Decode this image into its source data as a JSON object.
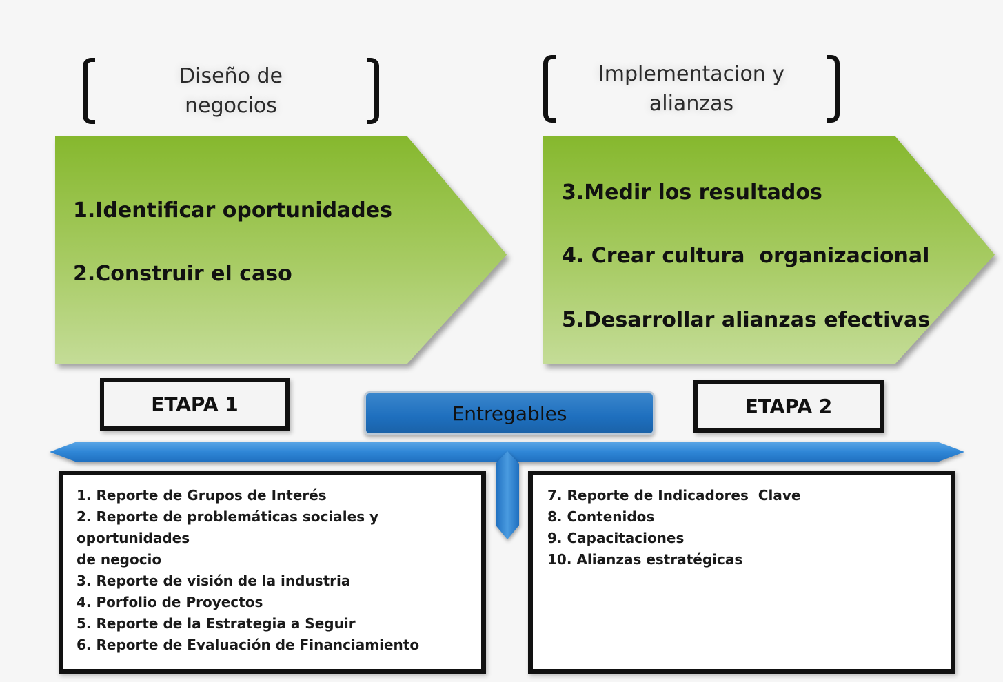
{
  "phases": [
    {
      "title": "Diseño de negocios"
    },
    {
      "title_line1": "Implementacion y",
      "title_line2": "alianzas"
    }
  ],
  "stage1": {
    "steps": [
      "1.Identificar oportunidades",
      "2.Construir el caso"
    ],
    "label": "ETAPA 1",
    "deliverables": [
      "1. Reporte de Grupos de Interés",
      "2. Reporte de problemáticas sociales y oportunidades",
      "de negocio",
      "3. Reporte de visión de la industria",
      "4. Porfolio de Proyectos",
      "5. Reporte de la Estrategia a Seguir",
      "6. Reporte de Evaluación de Financiamiento"
    ]
  },
  "stage2": {
    "steps": [
      "3.Medir los resultados",
      "4. Crear cultura  organizacional",
      "5.Desarrollar alianzas efectivas"
    ],
    "label": "ETAPA 2",
    "deliverables": [
      "7. Reporte de Indicadores  Clave",
      "8. Contenidos",
      "9. Capacitaciones",
      "10. Alianzas estratégicas"
    ]
  },
  "deliverables_label": "Entregables",
  "colors": {
    "chevron_green": "#86b82e",
    "bar_blue": "#2f86d6",
    "border": "#111111"
  }
}
